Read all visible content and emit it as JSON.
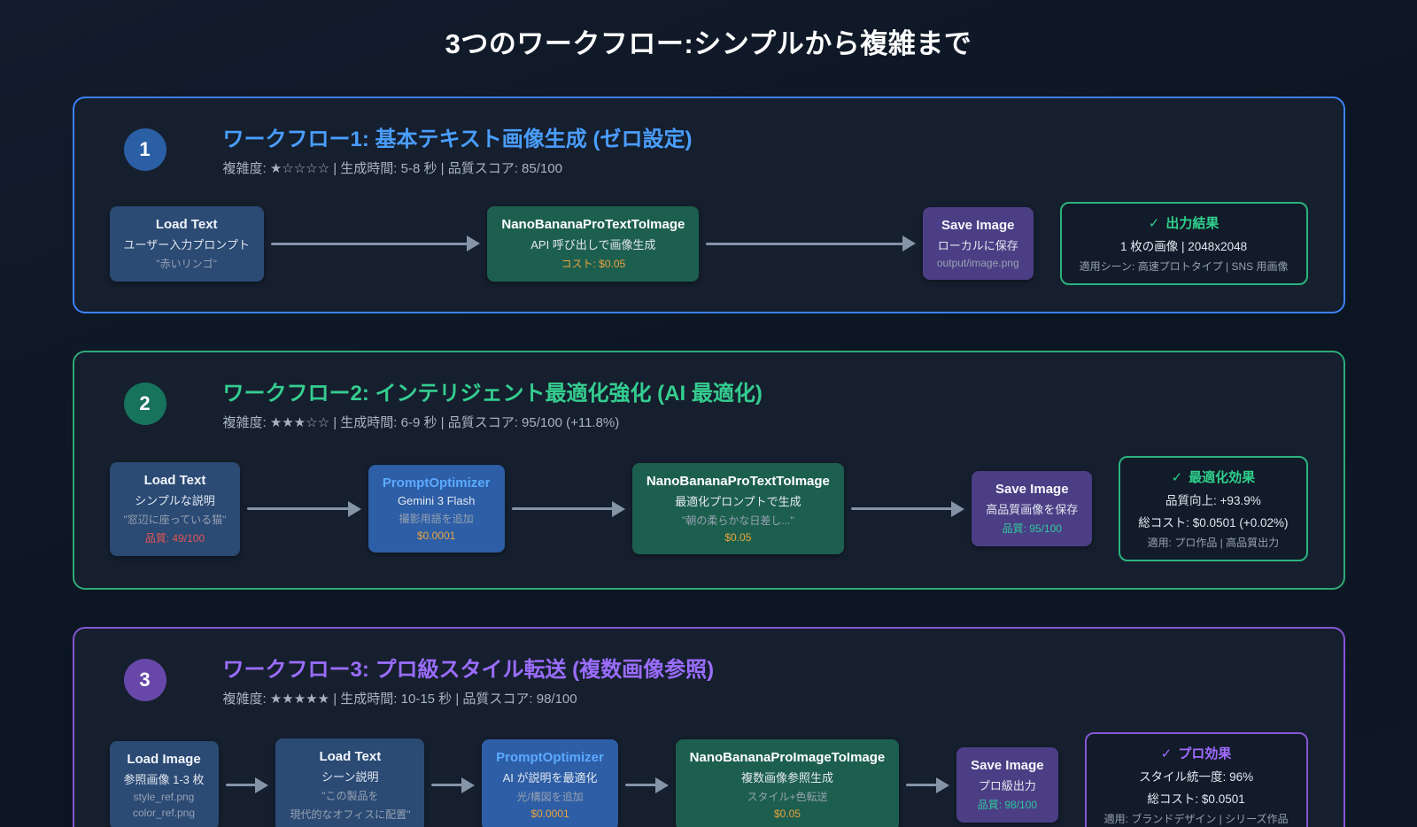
{
  "page_title": "3つのワークフロー:シンプルから複雑まで",
  "theme": {
    "arrow_color": "#8694a8",
    "line_styles": {
      "normal": "#e2e8f0",
      "muted": "#96a1b2",
      "cost": "#e8a33d",
      "error": "#e25555",
      "quality": "#2fc79b"
    },
    "variants": {
      "input": {
        "bg": "#2b4a74",
        "title": "#f2f6fa"
      },
      "optimizer": {
        "bg": "#2d5ea6",
        "title": "#5caaff"
      },
      "process": {
        "bg": "#1d5f4e",
        "title": "#ffffff"
      },
      "save": {
        "bg": "#4c3e85",
        "title": "#f2f6fa"
      }
    }
  },
  "workflows": [
    {
      "id": "workflow-1",
      "number": "1",
      "accent": "#3b82f6",
      "circle_bg": "#2a5fa5",
      "title": "ワークフロー1: 基本テキスト画像生成 (ゼロ設定)",
      "title_color": "#4a9eff",
      "meta": "複雑度: ★☆☆☆☆ | 生成時間: 5-8 秒 | 品質スコア: 85/100",
      "nodes": [
        {
          "variant": "input",
          "title": "Load Text",
          "lines": [
            {
              "text": "ユーザー入力プロンプト",
              "style": "normal"
            },
            {
              "text": "\"赤いリンゴ\"",
              "style": "muted"
            }
          ]
        },
        {
          "variant": "process",
          "title": "NanoBananaProTextToImage",
          "lines": [
            {
              "text": "API 呼び出しで画像生成",
              "style": "normal"
            },
            {
              "text": "コスト: $0.05",
              "style": "cost"
            }
          ]
        },
        {
          "variant": "save",
          "title": "Save Image",
          "lines": [
            {
              "text": "ローカルに保存",
              "style": "normal"
            },
            {
              "text": "output/image.png",
              "style": "muted"
            }
          ]
        }
      ],
      "result": {
        "check": "✓",
        "title": "出力結果",
        "title_color": "#2fd08c",
        "border": "#2ab37e",
        "lines": [
          {
            "text": "1 枚の画像 | 2048x2048",
            "style": "normal"
          },
          {
            "text": "適用シーン: 高速プロトタイプ | SNS 用画像",
            "style": "muted"
          }
        ]
      }
    },
    {
      "id": "workflow-2",
      "number": "2",
      "accent": "#2fa876",
      "circle_bg": "#17735c",
      "title": "ワークフロー2: インテリジェント最適化強化 (AI 最適化)",
      "title_color": "#35cd8f",
      "meta": "複雑度: ★★★☆☆ | 生成時間: 6-9 秒 | 品質スコア: 95/100 (+11.8%)",
      "nodes": [
        {
          "variant": "input",
          "title": "Load Text",
          "lines": [
            {
              "text": "シンプルな説明",
              "style": "normal"
            },
            {
              "text": "\"窓辺に座っている猫\"",
              "style": "muted"
            },
            {
              "text": "品質: 49/100",
              "style": "error"
            }
          ]
        },
        {
          "variant": "optimizer",
          "title": "PromptOptimizer",
          "lines": [
            {
              "text": "Gemini 3 Flash",
              "style": "normal"
            },
            {
              "text": "撮影用語を追加",
              "style": "muted"
            },
            {
              "text": "$0.0001",
              "style": "cost"
            }
          ]
        },
        {
          "variant": "process",
          "title": "NanoBananaProTextToImage",
          "lines": [
            {
              "text": "最適化プロンプトで生成",
              "style": "normal"
            },
            {
              "text": "\"朝の柔らかな日差し...\"",
              "style": "muted"
            },
            {
              "text": "$0.05",
              "style": "cost"
            }
          ]
        },
        {
          "variant": "save",
          "title": "Save Image",
          "lines": [
            {
              "text": "高品質画像を保存",
              "style": "normal"
            },
            {
              "text": "品質: 95/100",
              "style": "quality"
            }
          ]
        }
      ],
      "result": {
        "check": "✓",
        "title": "最適化効果",
        "title_color": "#2fd08c",
        "border": "#2ab37e",
        "lines": [
          {
            "text": "品質向上: +93.9%",
            "style": "normal"
          },
          {
            "text": "総コスト: $0.0501 (+0.02%)",
            "style": "normal"
          },
          {
            "text": "適用: プロ作品 | 高品質出力",
            "style": "muted"
          }
        ]
      }
    },
    {
      "id": "workflow-3",
      "number": "3",
      "accent": "#8655d4",
      "circle_bg": "#6747a8",
      "title": "ワークフロー3: プロ級スタイル転送 (複数画像参照)",
      "title_color": "#9b6dff",
      "meta": "複雑度: ★★★★★ | 生成時間: 10-15 秒 | 品質スコア: 98/100",
      "nodes": [
        {
          "variant": "input",
          "title": "Load Image",
          "lines": [
            {
              "text": "参照画像 1-3 枚",
              "style": "normal"
            },
            {
              "text": "style_ref.png",
              "style": "muted"
            },
            {
              "text": "color_ref.png",
              "style": "muted"
            }
          ]
        },
        {
          "variant": "input",
          "title": "Load Text",
          "lines": [
            {
              "text": "シーン説明",
              "style": "normal"
            },
            {
              "text": "\"この製品を",
              "style": "muted"
            },
            {
              "text": "現代的なオフィスに配置\"",
              "style": "muted"
            }
          ]
        },
        {
          "variant": "optimizer",
          "title": "PromptOptimizer",
          "lines": [
            {
              "text": "AI が説明を最適化",
              "style": "normal"
            },
            {
              "text": "光/構図を追加",
              "style": "muted"
            },
            {
              "text": "$0.0001",
              "style": "cost"
            }
          ]
        },
        {
          "variant": "process",
          "title": "NanoBananaProImageToImage",
          "lines": [
            {
              "text": "複数画像参照生成",
              "style": "normal"
            },
            {
              "text": "スタイル+色転送",
              "style": "muted"
            },
            {
              "text": "$0.05",
              "style": "cost"
            }
          ]
        },
        {
          "variant": "save",
          "title": "Save Image",
          "lines": [
            {
              "text": "プロ級出力",
              "style": "normal"
            },
            {
              "text": "品質: 98/100",
              "style": "quality"
            }
          ]
        }
      ],
      "result": {
        "check": "✓",
        "title": "プロ効果",
        "title_color": "#a06bff",
        "border": "#8655d4",
        "lines": [
          {
            "text": "スタイル統一度: 96%",
            "style": "normal"
          },
          {
            "text": "総コスト: $0.0501",
            "style": "normal"
          },
          {
            "text": "適用: ブランドデザイン | シリーズ作品",
            "style": "muted"
          }
        ]
      }
    }
  ]
}
